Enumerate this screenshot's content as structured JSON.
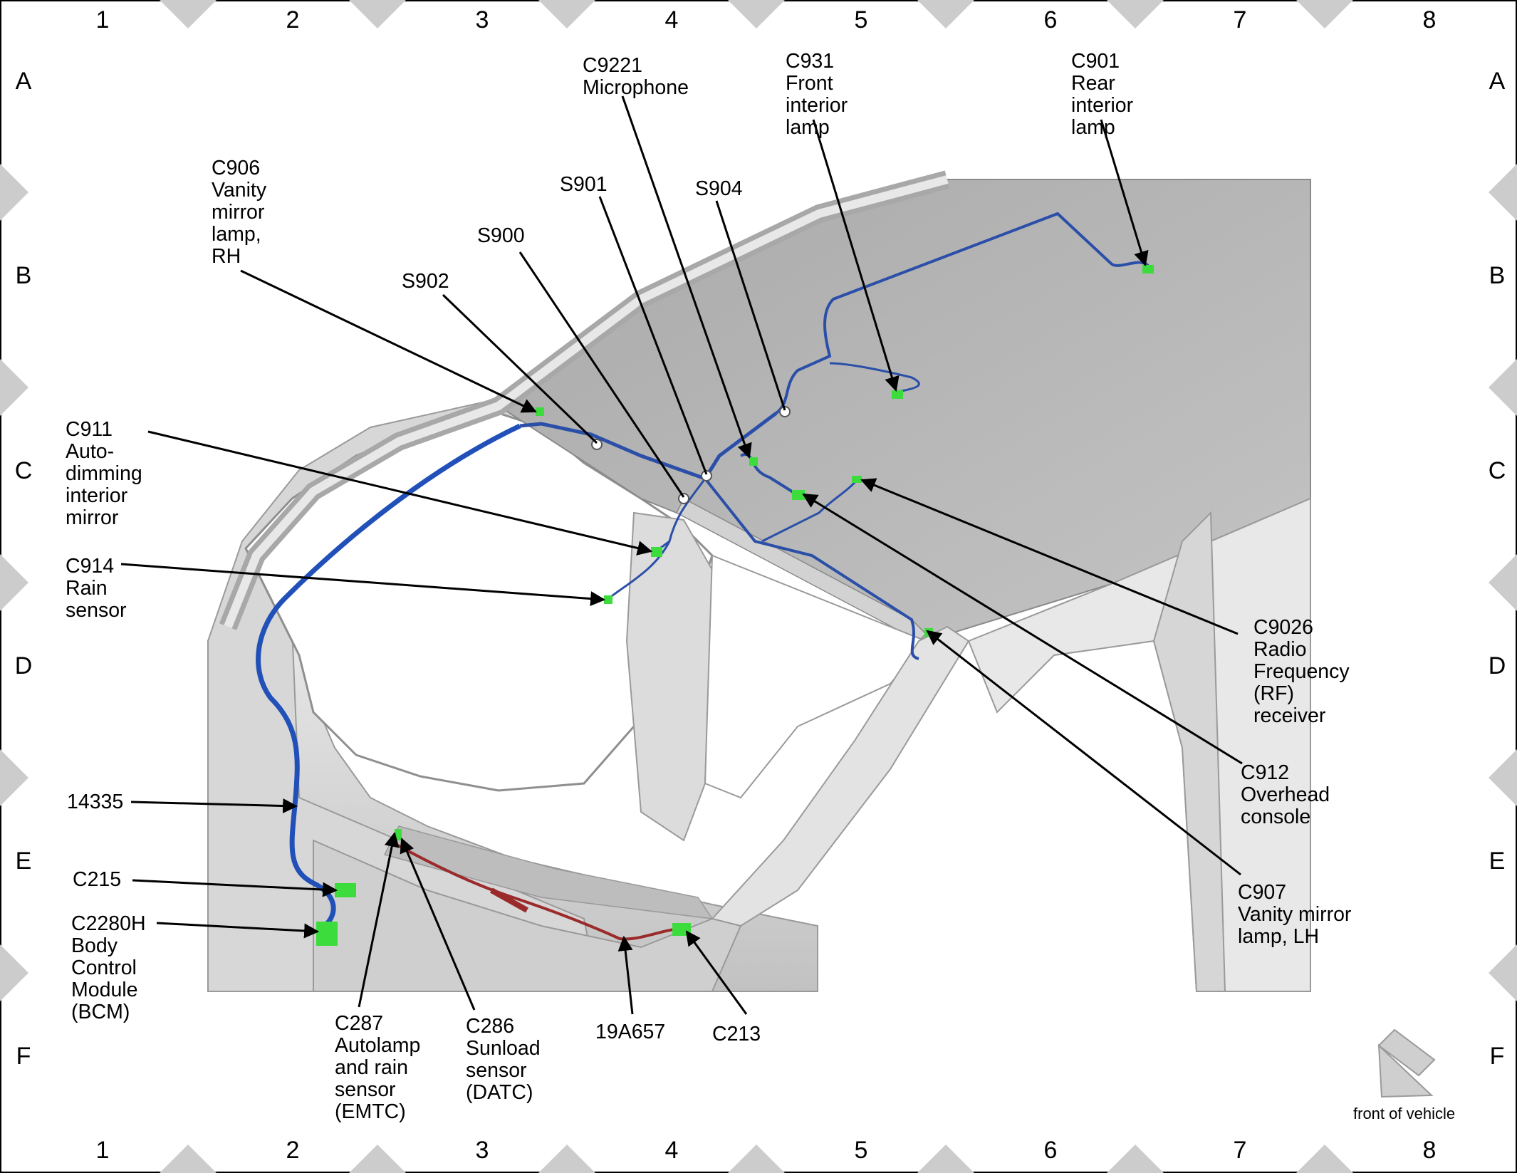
{
  "grid": {
    "columns": [
      "1",
      "2",
      "3",
      "4",
      "5",
      "6",
      "7",
      "8"
    ],
    "rows": [
      "A",
      "B",
      "C",
      "D",
      "E",
      "F"
    ]
  },
  "labels": [
    {
      "id": "c9221",
      "lines": [
        "C9221",
        "Microphone"
      ]
    },
    {
      "id": "c931",
      "lines": [
        "C931",
        "Front",
        "interior",
        "lamp"
      ]
    },
    {
      "id": "c901",
      "lines": [
        "C901",
        "Rear",
        "interior",
        "lamp"
      ]
    },
    {
      "id": "c906",
      "lines": [
        "C906",
        "Vanity",
        "mirror",
        "lamp,",
        "RH"
      ]
    },
    {
      "id": "s901",
      "lines": [
        "S901"
      ]
    },
    {
      "id": "s904",
      "lines": [
        "S904"
      ]
    },
    {
      "id": "s900",
      "lines": [
        "S900"
      ]
    },
    {
      "id": "s902",
      "lines": [
        "S902"
      ]
    },
    {
      "id": "c911",
      "lines": [
        "C911",
        "Auto-",
        "dimming",
        "interior",
        "mirror"
      ]
    },
    {
      "id": "c914",
      "lines": [
        "C914",
        "Rain",
        "sensor"
      ]
    },
    {
      "id": "c9026",
      "lines": [
        "C9026",
        "Radio",
        "Frequency",
        "(RF)",
        "receiver"
      ]
    },
    {
      "id": "c912",
      "lines": [
        "C912",
        "Overhead",
        "console"
      ]
    },
    {
      "id": "c907",
      "lines": [
        "C907",
        "Vanity mirror",
        "lamp, LH"
      ]
    },
    {
      "id": "w14335",
      "lines": [
        "14335"
      ]
    },
    {
      "id": "c215",
      "lines": [
        "C215"
      ]
    },
    {
      "id": "c2280h",
      "lines": [
        "C2280H",
        "Body",
        "Control",
        "Module",
        "(BCM)"
      ]
    },
    {
      "id": "c287",
      "lines": [
        "C287",
        "Autolamp",
        "and rain",
        "sensor",
        "(EMTC)"
      ]
    },
    {
      "id": "c286",
      "lines": [
        "C286",
        "Sunload",
        "sensor",
        "(DATC)"
      ]
    },
    {
      "id": "w19a657",
      "lines": [
        "19A657"
      ]
    },
    {
      "id": "c213",
      "lines": [
        "C213"
      ]
    }
  ],
  "orientation": {
    "text": "front of vehicle",
    "icon": "arrow-icon"
  },
  "colors": {
    "harness_blue": "#2b4fa8",
    "harness_red": "#9b2a2a",
    "connector_green": "#3ddc3d",
    "body_gray": "#c9c9c9",
    "roof_gray": "#b8b8b8"
  }
}
